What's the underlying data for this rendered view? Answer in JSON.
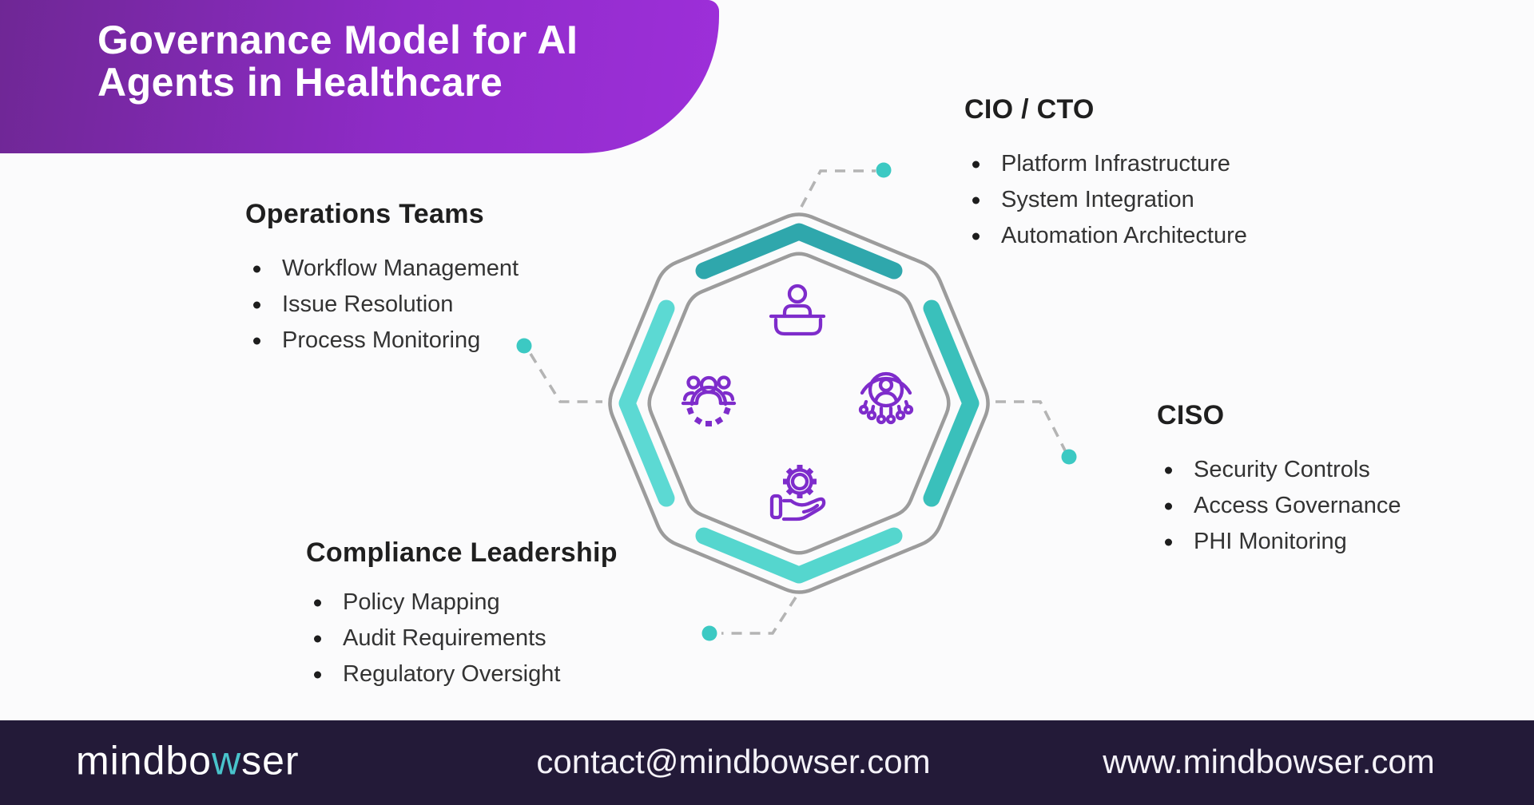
{
  "page": {
    "background": "#FBFBFC"
  },
  "header": {
    "title_line1": "Governance Model for AI",
    "title_line2": "Agents in Healthcare",
    "gradient_left": "#6F2795",
    "gradient_right": "#9D2FD9"
  },
  "sections": {
    "operations": {
      "title": "Operations Teams",
      "items": [
        "Workflow Management",
        "Issue Resolution",
        "Process Monitoring"
      ]
    },
    "cio_cto": {
      "title": "CIO / CTO",
      "items": [
        "Platform Infrastructure",
        "System Integration",
        "Automation Architecture"
      ]
    },
    "ciso": {
      "title": "CISO",
      "items": [
        "Security Controls",
        "Access Governance",
        "PHI Monitoring"
      ]
    },
    "compliance": {
      "title": "Compliance Leadership",
      "items": [
        "Policy Mapping",
        "Audit Requirements",
        "Regulatory Oversight"
      ]
    }
  },
  "diagram": {
    "outline_color": "#9C9C9C",
    "connector_color": "#B4B4B4",
    "dot_color": "#3CC9C3",
    "icon_color": "#7E2CCB",
    "chevron_top_color": "#2FA7AC",
    "chevron_right_color": "#3AC0BB",
    "chevron_bottom_color": "#55D6CE",
    "chevron_left_color": "#5CD9D3",
    "icons": {
      "top": "executive-desk-icon",
      "left": "team-gear-icon",
      "right": "ai-user-network-icon",
      "bottom": "hand-gear-icon"
    }
  },
  "footer": {
    "background": "#231A38",
    "logo_prefix": "mindbo",
    "logo_accent": "w",
    "logo_suffix": "ser",
    "logo_accent_color": "#49C3CB",
    "email": "contact@mindbowser.com",
    "website": "www.mindbowser.com"
  }
}
